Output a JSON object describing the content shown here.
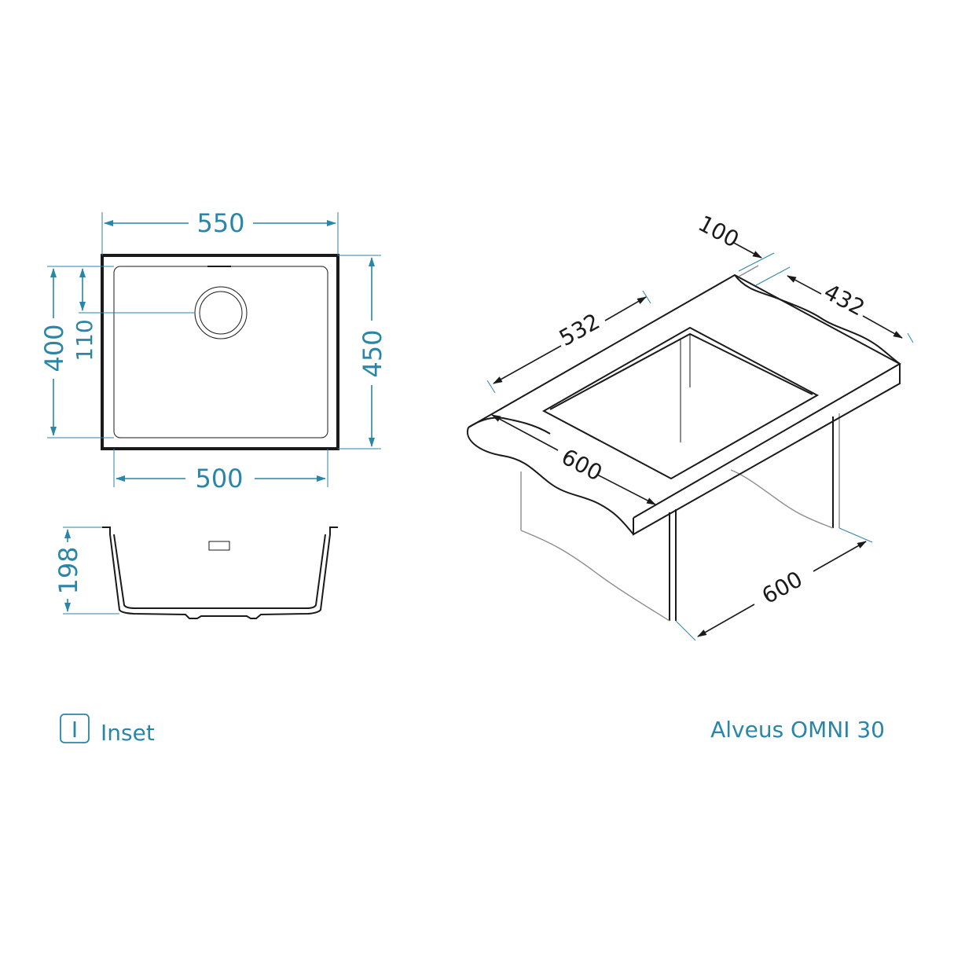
{
  "plan_view": {
    "width_outer": "550",
    "width_inner": "500",
    "depth_outer": "450",
    "depth_inner": "400",
    "drain_offset": "110"
  },
  "section_view": {
    "height": "198"
  },
  "iso_view": {
    "top_depth": "100",
    "worktop_width": "532",
    "back_length": "432",
    "front_length": "600",
    "cabinet_width": "600"
  },
  "footer": {
    "mount_icon": "I",
    "mount_label": "Inset",
    "product_name": "Alveus OMNI 30"
  },
  "colors": {
    "dimension": "#2a86a8",
    "outline": "#1a1a1a"
  }
}
